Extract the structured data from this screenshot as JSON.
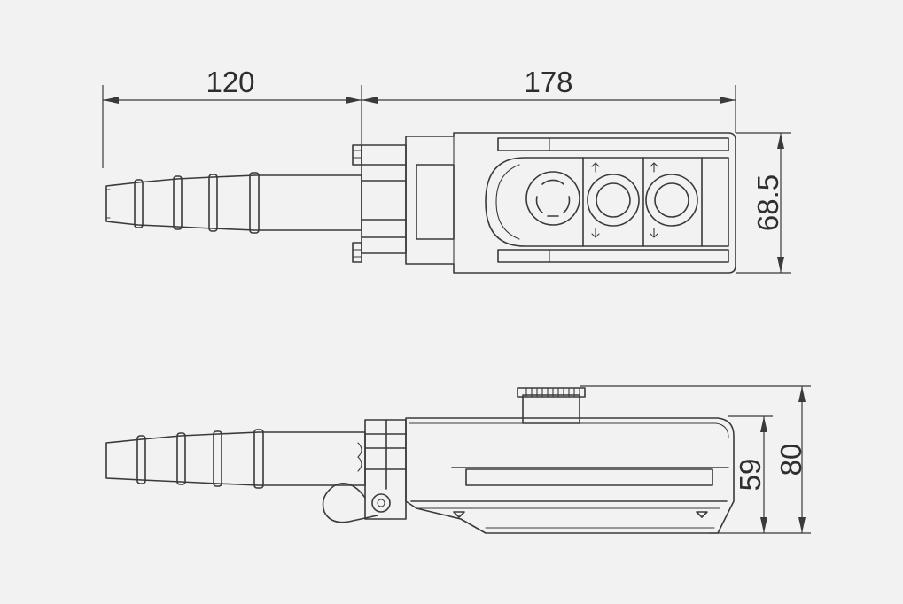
{
  "dimensions": {
    "cable_length": "120",
    "box_length": "178",
    "box_width": "68.5",
    "body_height": "59",
    "total_height": "80"
  },
  "colors": {
    "background": "#f2f2f2",
    "line": "#3a3a3a"
  }
}
